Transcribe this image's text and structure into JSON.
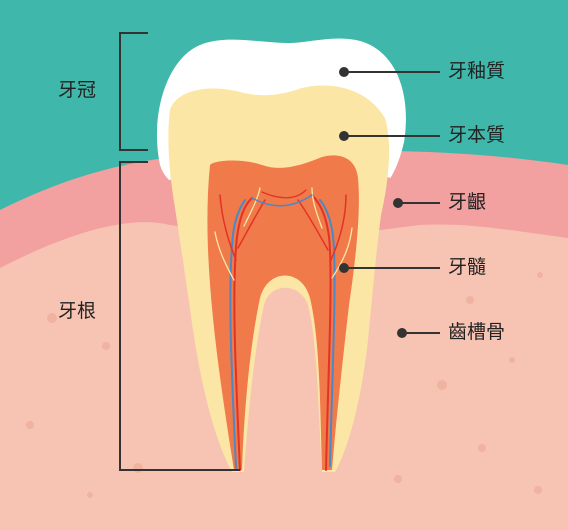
{
  "labels": {
    "crown": "牙冠",
    "root": "牙根",
    "enamel": "牙釉質",
    "dentin": "牙本質",
    "gum": "牙齦",
    "pulp": "牙髓",
    "alveolar_bone": "齒槽骨"
  },
  "colors": {
    "background_top": "#3fb8ab",
    "gum": "#f2a0a0",
    "bone": "#f7c4b3",
    "enamel": "#ffffff",
    "dentin": "#fbe6a6",
    "pulp": "#f07a4a",
    "nerve_red": "#e33324",
    "nerve_blue": "#4b88c5",
    "line": "#333333"
  }
}
